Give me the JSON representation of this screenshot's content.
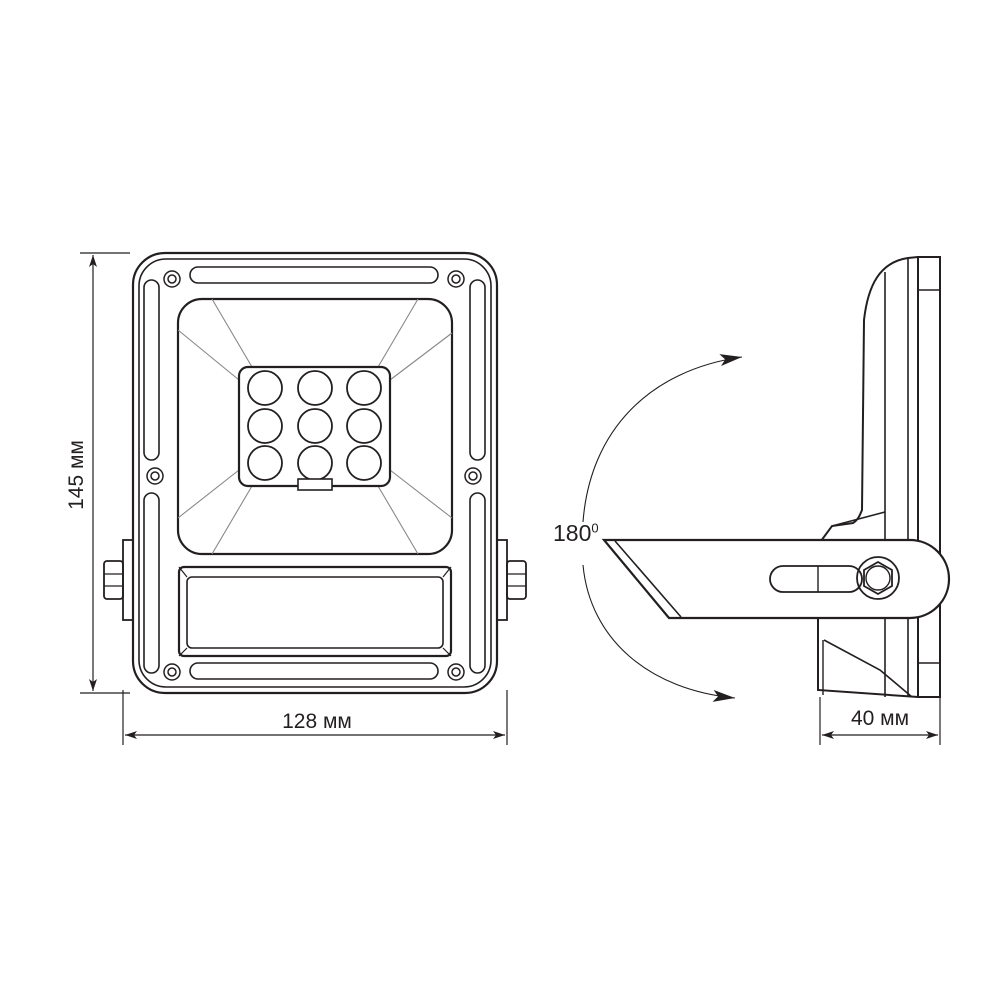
{
  "dimensions": {
    "height_label": "145 мм",
    "width_label": "128 мм",
    "depth_label": "40 мм",
    "rotation_label": "180",
    "rotation_unit": "0"
  },
  "colors": {
    "line": "#231f20",
    "thin_line": "#777777",
    "background": "#ffffff"
  },
  "led_count": 9
}
